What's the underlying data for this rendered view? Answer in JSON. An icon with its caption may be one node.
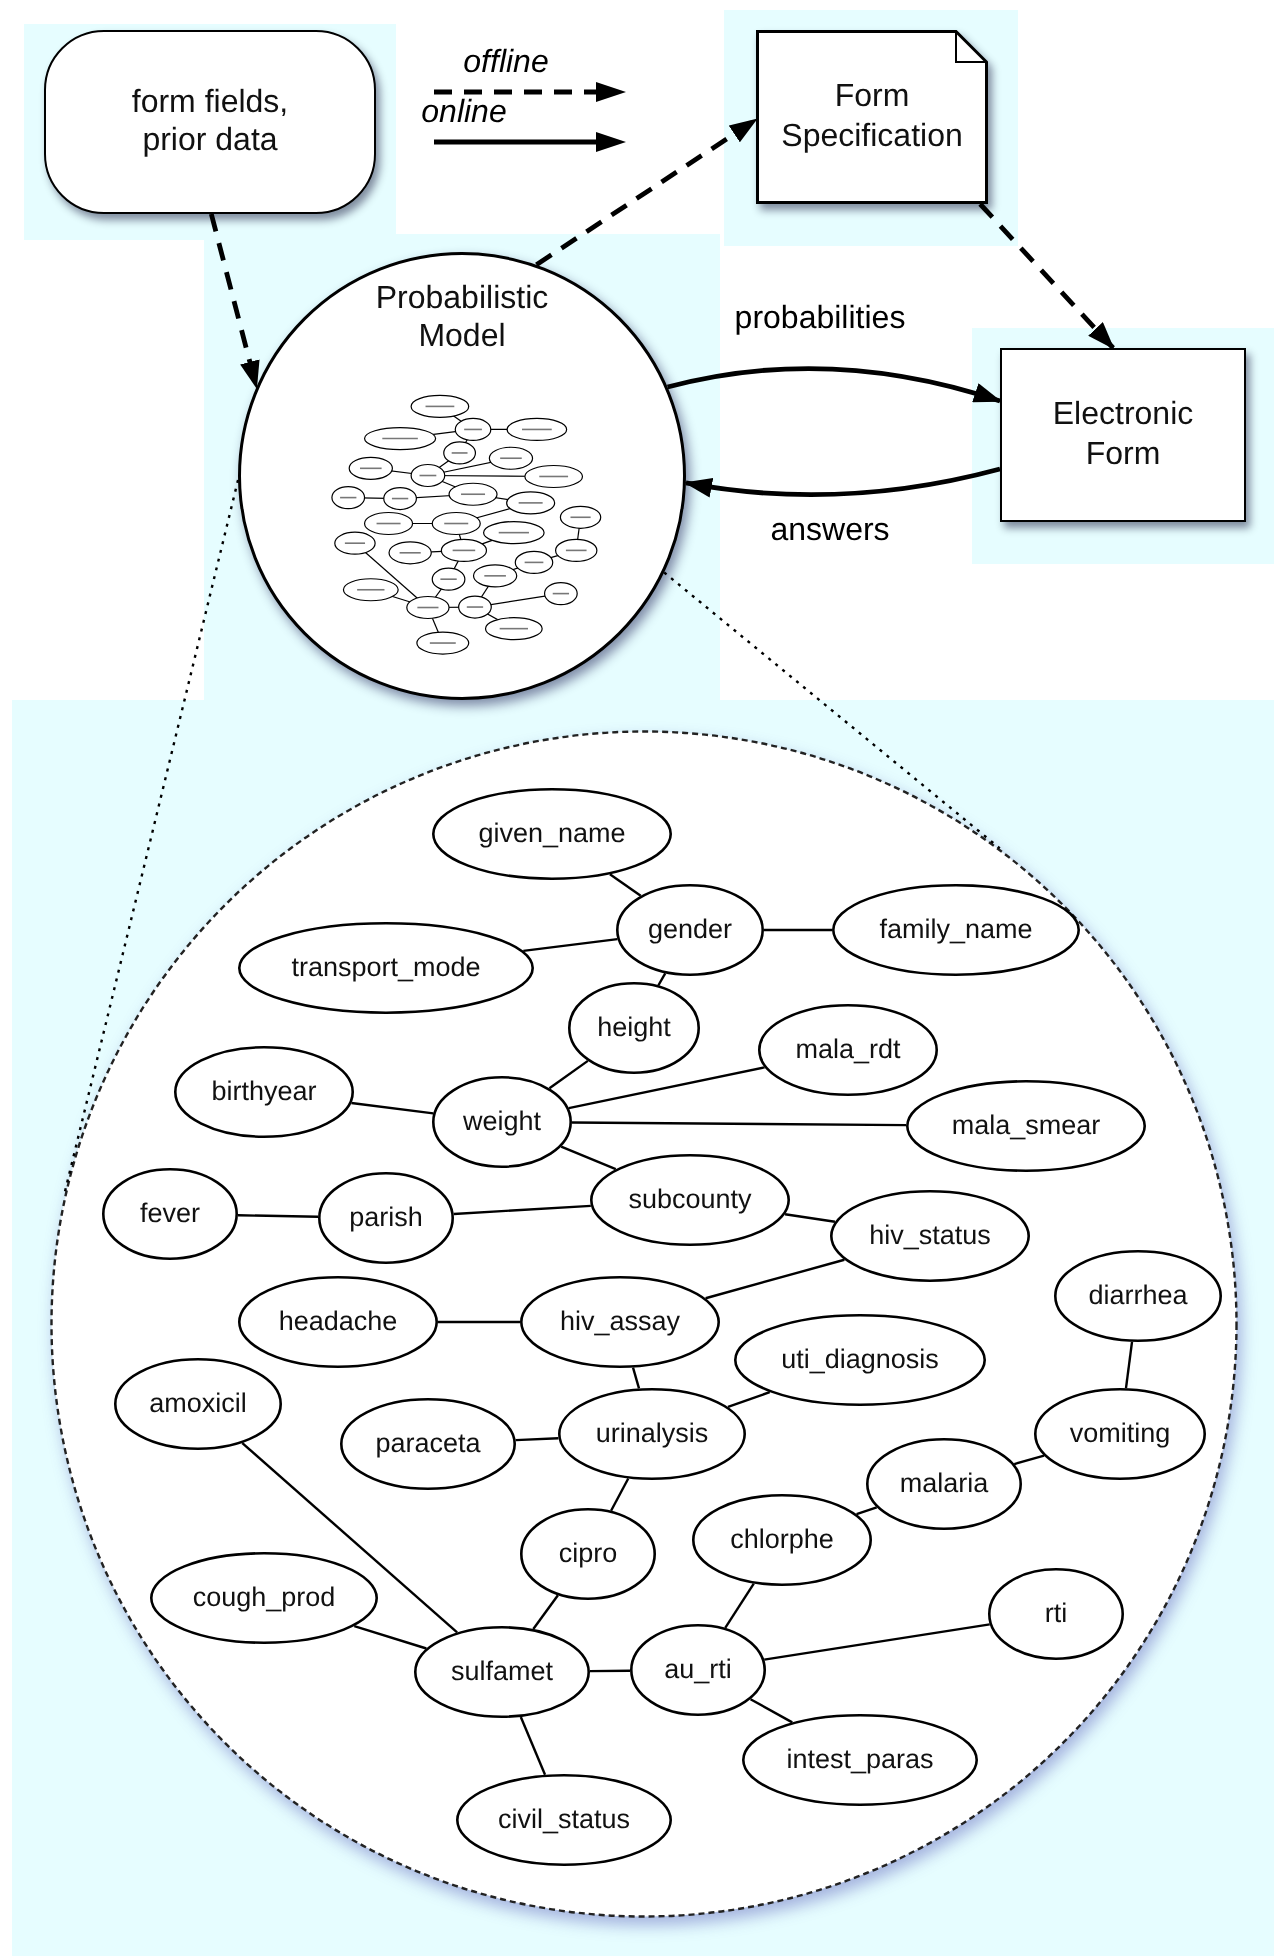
{
  "diagram": {
    "nodes": [
      {
        "text": [
          "form fields, prior data"
        ]
      },
      {
        "text": [
          "Form Specification"
        ]
      },
      {
        "text": [
          "Probabilistic Model"
        ]
      },
      {
        "text": [
          "Electronic Form"
        ]
      },
      {
        "text": [],
        "shape": "circle"
      },
      {
        "text": [
          "given_name"
        ],
        "in": 4
      },
      {
        "text": [
          "gender"
        ],
        "in": 4
      },
      {
        "text": [
          "family_name"
        ],
        "in": 4
      },
      {
        "text": [
          "transport_mode"
        ],
        "in": 4
      },
      {
        "text": [
          "height"
        ],
        "in": 4
      },
      {
        "text": [
          "mala_rdt"
        ],
        "in": 4
      },
      {
        "text": [
          "birthyear"
        ],
        "in": 4
      },
      {
        "text": [
          "weight"
        ],
        "in": 4
      },
      {
        "text": [
          "mala_smear"
        ],
        "in": 4
      },
      {
        "text": [
          "fever"
        ],
        "in": 4
      },
      {
        "text": [
          "parish"
        ],
        "in": 4
      },
      {
        "text": [
          "subcounty"
        ],
        "in": 4
      },
      {
        "text": [
          "hiv_status"
        ],
        "in": 4
      },
      {
        "text": [
          "diarrhea"
        ],
        "in": 4
      },
      {
        "text": [
          "headache"
        ],
        "in": 4
      },
      {
        "text": [
          "hiv_assay"
        ],
        "in": 4
      },
      {
        "text": [
          "uti_diagnosis"
        ],
        "in": 4
      },
      {
        "text": [
          "amoxicil"
        ],
        "in": 4
      },
      {
        "text": [
          "paraceta"
        ],
        "in": 4
      },
      {
        "text": [
          "urinalysis"
        ],
        "in": 4
      },
      {
        "text": [
          "vomiting"
        ],
        "in": 4
      },
      {
        "text": [
          "malaria"
        ],
        "in": 4
      },
      {
        "text": [
          "chlorphe"
        ],
        "in": 4
      },
      {
        "text": [
          "cipro"
        ],
        "in": 4
      },
      {
        "text": [
          "cough_prod"
        ],
        "in": 4
      },
      {
        "text": [
          "rti"
        ],
        "in": 4
      },
      {
        "text": [
          "sulfamet"
        ],
        "in": 4
      },
      {
        "text": [
          "au_rti"
        ],
        "in": 4
      },
      {
        "text": [
          "intest_paras"
        ],
        "in": 4
      },
      {
        "text": [
          "civil_status"
        ],
        "in": 4
      }
    ],
    "edges": [
      {
        "from": 0,
        "to": 2,
        "arrow": "to",
        "style": "dashed"
      },
      {
        "from": 2,
        "to": 1,
        "arrow": "to",
        "style": "dashed"
      },
      {
        "from": 1,
        "to": 3,
        "arrow": "to",
        "style": "dashed"
      },
      {
        "from": 2,
        "to": 3,
        "arrow": "to",
        "label": "probabilities"
      },
      {
        "from": 3,
        "to": 2,
        "arrow": "to",
        "label": "answers"
      },
      {
        "from": 2,
        "to": 4,
        "arrow": "none",
        "style": "dashed"
      },
      {
        "from": 2,
        "to": 4,
        "arrow": "none",
        "style": "dashed"
      },
      {
        "from": 5,
        "to": 6,
        "arrow": "none"
      },
      {
        "from": 6,
        "to": 7,
        "arrow": "none"
      },
      {
        "from": 8,
        "to": 6,
        "arrow": "none"
      },
      {
        "from": 6,
        "to": 9,
        "arrow": "none"
      },
      {
        "from": 9,
        "to": 12,
        "arrow": "none"
      },
      {
        "from": 12,
        "to": 10,
        "arrow": "none"
      },
      {
        "from": 11,
        "to": 12,
        "arrow": "none"
      },
      {
        "from": 12,
        "to": 13,
        "arrow": "none"
      },
      {
        "from": 12,
        "to": 16,
        "arrow": "none"
      },
      {
        "from": 14,
        "to": 15,
        "arrow": "none"
      },
      {
        "from": 15,
        "to": 16,
        "arrow": "none"
      },
      {
        "from": 16,
        "to": 17,
        "arrow": "none"
      },
      {
        "from": 17,
        "to": 20,
        "arrow": "none"
      },
      {
        "from": 19,
        "to": 20,
        "arrow": "none"
      },
      {
        "from": 20,
        "to": 24,
        "arrow": "none"
      },
      {
        "from": 24,
        "to": 21,
        "arrow": "none"
      },
      {
        "from": 23,
        "to": 24,
        "arrow": "none"
      },
      {
        "from": 24,
        "to": 28,
        "arrow": "none"
      },
      {
        "from": 18,
        "to": 25,
        "arrow": "none"
      },
      {
        "from": 25,
        "to": 26,
        "arrow": "none"
      },
      {
        "from": 26,
        "to": 27,
        "arrow": "none"
      },
      {
        "from": 27,
        "to": 32,
        "arrow": "none"
      },
      {
        "from": 22,
        "to": 31,
        "arrow": "none"
      },
      {
        "from": 29,
        "to": 31,
        "arrow": "none"
      },
      {
        "from": 28,
        "to": 31,
        "arrow": "none"
      },
      {
        "from": 31,
        "to": 32,
        "arrow": "none"
      },
      {
        "from": 32,
        "to": 30,
        "arrow": "none"
      },
      {
        "from": 32,
        "to": 33,
        "arrow": "none"
      },
      {
        "from": 31,
        "to": 34,
        "arrow": "none"
      }
    ],
    "legend": [
      {
        "text": "offline"
      },
      {
        "text": "online"
      }
    ]
  }
}
